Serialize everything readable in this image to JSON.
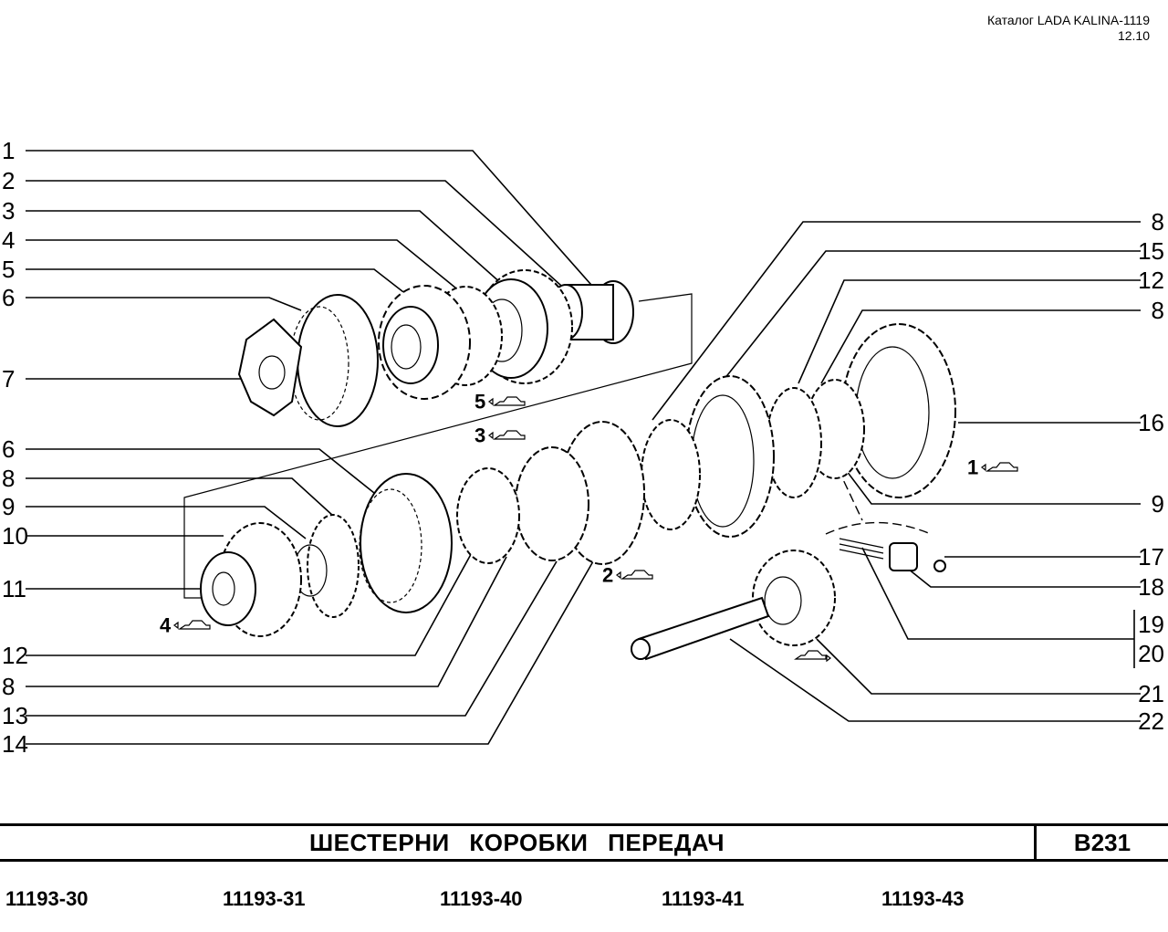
{
  "header": {
    "catalog": "Каталог LADA KALINA-1119",
    "date": "12.10"
  },
  "footer": {
    "title": "ШЕСТЕРНИ КОРОБКИ ПЕРЕДАЧ",
    "code": "B231",
    "models": [
      "11193-30",
      "11193-31",
      "11193-40",
      "11193-41",
      "11193-43"
    ]
  },
  "callouts": {
    "left": [
      "1",
      "2",
      "3",
      "4",
      "5",
      "6",
      "7",
      "6",
      "8",
      "9",
      "10",
      "11",
      "12",
      "8",
      "13",
      "14"
    ],
    "right": [
      "8",
      "15",
      "12",
      "8",
      "16",
      "9",
      "17",
      "18",
      "19",
      "20",
      "21",
      "22"
    ]
  },
  "gear_marks": [
    "5",
    "3",
    "1",
    "2",
    "4"
  ]
}
